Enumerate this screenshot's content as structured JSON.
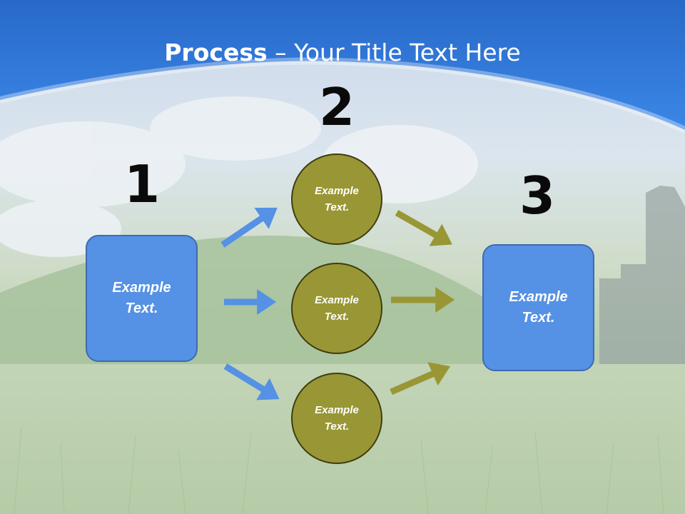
{
  "title": {
    "bold": "Process",
    "dash": " – ",
    "rest": "Your Title Text Here"
  },
  "steps": [
    {
      "number": "1",
      "label": "Example Text."
    },
    {
      "number": "2",
      "items": [
        "Example Text.",
        "Example Text.",
        "Example Text."
      ]
    },
    {
      "number": "3",
      "label": "Example Text."
    }
  ],
  "colors": {
    "header_blue": "#2f7de0",
    "box_fill": "#5591e4",
    "circle_fill": "#999735",
    "arrow_blue": "#5591e4",
    "arrow_olive": "#999735"
  }
}
